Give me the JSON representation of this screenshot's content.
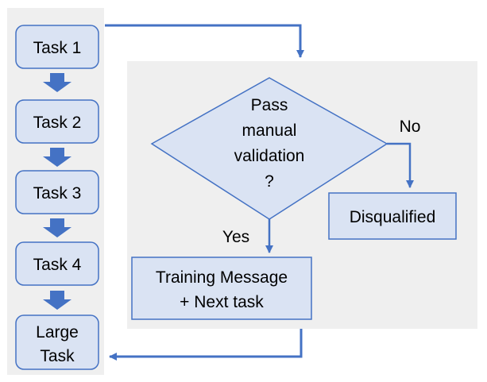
{
  "colors": {
    "panel_bg": "#efefef",
    "box_fill": "#dae3f3",
    "box_stroke": "#4472c4",
    "arrow": "#4472c4",
    "text": "#000000"
  },
  "tasks": [
    "Task 1",
    "Task 2",
    "Task 3",
    "Task 4"
  ],
  "large_task": {
    "line1": "Large",
    "line2": "Task"
  },
  "decision": {
    "line1": "Pass",
    "line2": "manual",
    "line3": "validation",
    "line4": "?"
  },
  "yes_label": "Yes",
  "no_label": "No",
  "disqualified": "Disqualified",
  "training": {
    "line1": "Training Message",
    "line2": "+ Next task"
  }
}
